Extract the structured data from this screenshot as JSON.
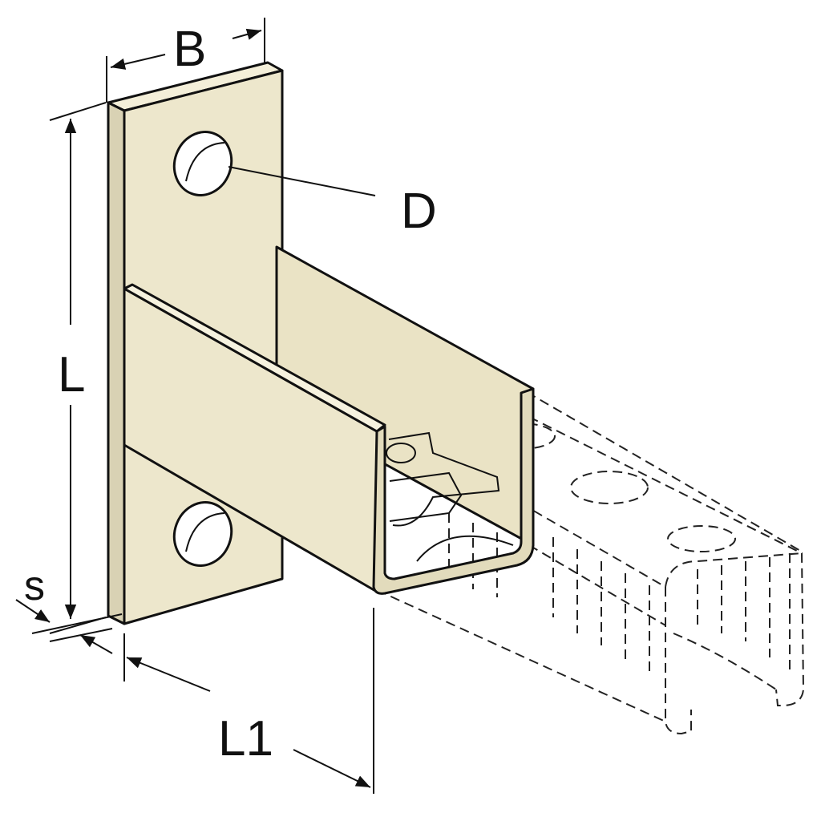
{
  "labels": {
    "width": "B",
    "hole_diameter": "D",
    "length": "L",
    "thickness": "s",
    "arm_length": "L1"
  },
  "colors": {
    "background": "#ffffff",
    "part_fill": "#ede7cc",
    "line": "#111111"
  }
}
